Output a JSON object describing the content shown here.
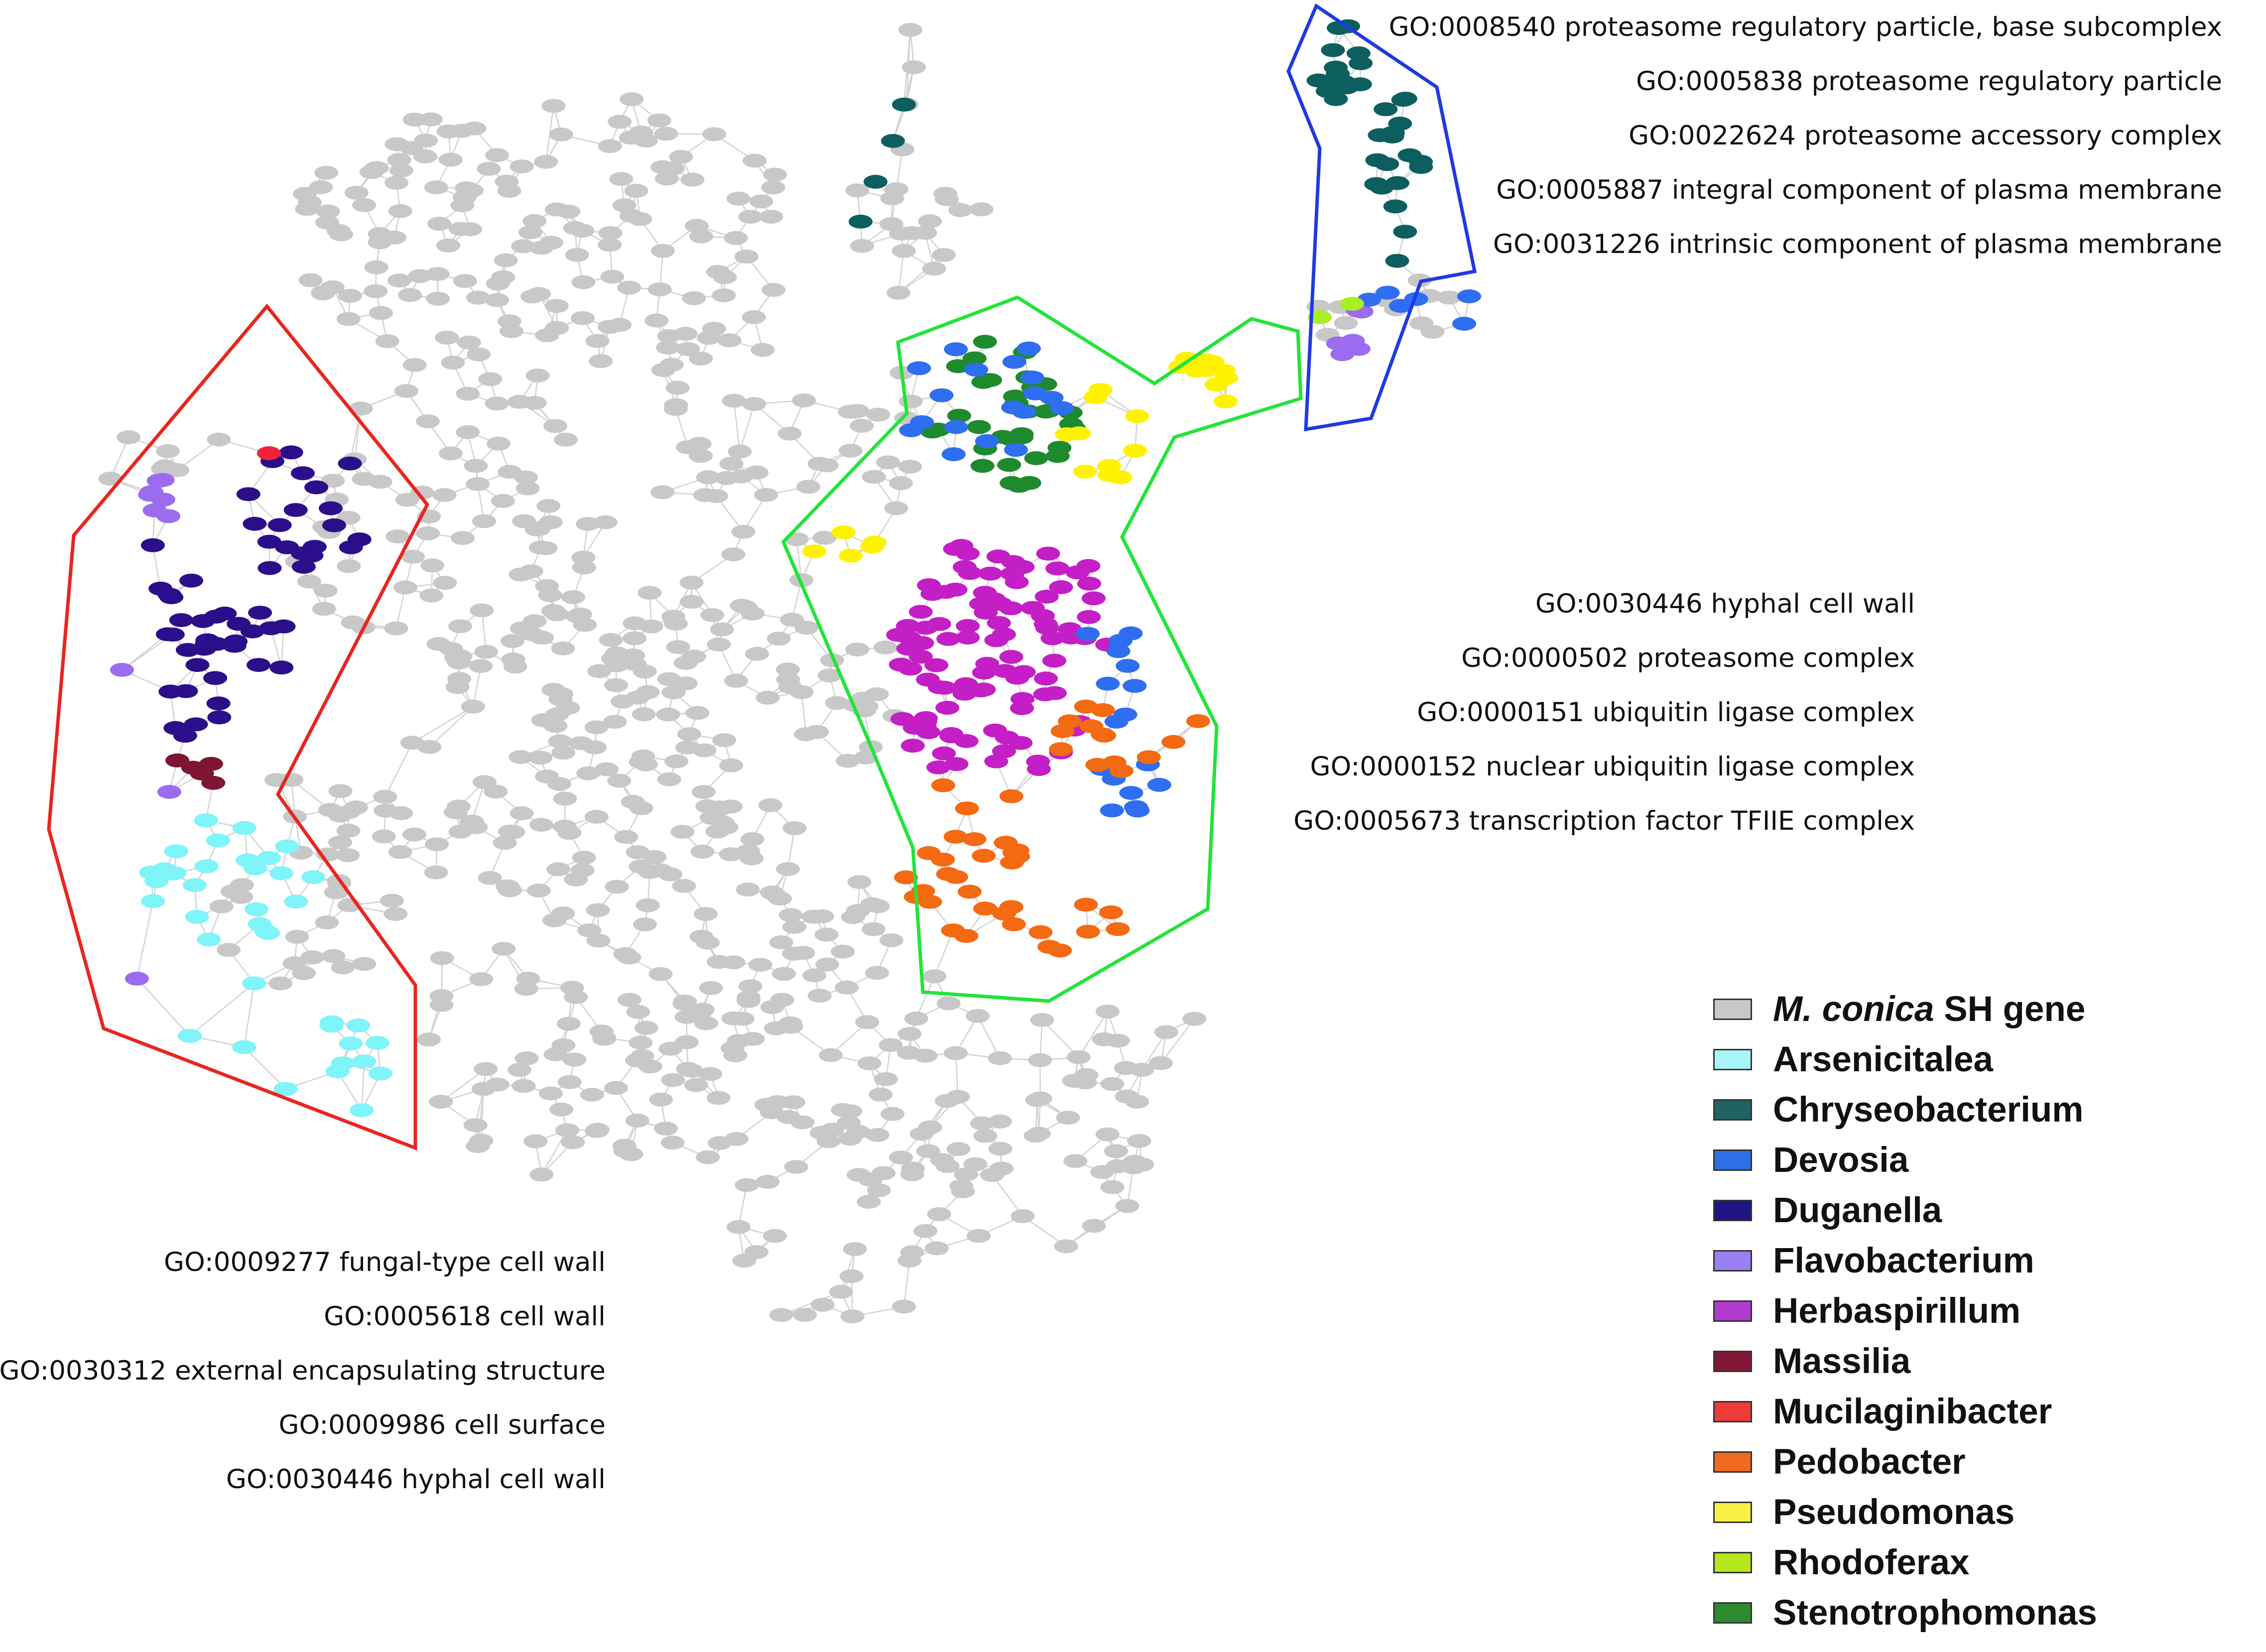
{
  "go_terms": {
    "top_right": [
      "GO:0008540 proteasome regulatory particle, base subcomplex",
      "GO:0005838 proteasome regulatory particle",
      "GO:0022624 proteasome accessory complex",
      "GO:0005887 integral component of plasma membrane",
      "GO:0031226 intrinsic component of plasma membrane"
    ],
    "middle_right": [
      "GO:0030446 hyphal cell wall",
      "GO:0000502 proteasome complex",
      "GO:0000151 ubiquitin ligase complex",
      "GO:0000152 nuclear ubiquitin ligase complex",
      "GO:0005673 transcription factor TFIIE complex"
    ],
    "bottom_left": [
      "GO:0009277 fungal-type cell wall",
      "GO:0005618 cell wall",
      "GO:0030312 external encapsulating structure",
      "GO:0009986 cell surface",
      "GO:0030446 hyphal cell wall"
    ]
  },
  "legend": [
    {
      "key": "gray",
      "italic": "M. conica",
      "rest": " SH gene",
      "color": "#c8c8c8"
    },
    {
      "key": "arsenicitalea",
      "label": "Arsenicitalea",
      "color": "#a8f6f8"
    },
    {
      "key": "chryseobacterium",
      "label": "Chryseobacterium",
      "color": "#1f6463"
    },
    {
      "key": "devosia",
      "label": "Devosia",
      "color": "#2d6fe6"
    },
    {
      "key": "duganella",
      "label": "Duganella",
      "color": "#1e1486"
    },
    {
      "key": "flavobacterium",
      "label": "Flavobacterium",
      "color": "#9a80f2"
    },
    {
      "key": "herbaspirillum",
      "label": "Herbaspirillum",
      "color": "#b13bce"
    },
    {
      "key": "massilia",
      "label": "Massilia",
      "color": "#831535"
    },
    {
      "key": "mucilaginibacter",
      "label": "Mucilaginibacter",
      "color": "#ef3a3a"
    },
    {
      "key": "pedobacter",
      "label": "Pedobacter",
      "color": "#f06a1e"
    },
    {
      "key": "pseudomonas",
      "label": "Pseudomonas",
      "color": "#f7f046"
    },
    {
      "key": "rhodoferax",
      "label": "Rhodoferax",
      "color": "#b6e61c"
    },
    {
      "key": "stenotrophomonas",
      "label": "Stenotrophomonas",
      "color": "#2e8a2e"
    }
  ],
  "node_colors": {
    "gray": "#c8c8c8",
    "arsenicitalea": "#7ff4f9",
    "chryseobacterium": "#0d5f5f",
    "devosia": "#2f6ef0",
    "duganella": "#2b0f8a",
    "flavobacterium": "#9b6cf0",
    "herbaspirillum": "#c41fc6",
    "massilia": "#7d1533",
    "mucilaginibacter": "#f2203a",
    "pedobacter": "#f46a12",
    "pseudomonas": "#fff200",
    "rhodoferax": "#a8f024",
    "stenotrophomonas": "#1e8a2e"
  },
  "region_colors": {
    "cluster_left": "#e8261f",
    "cluster_middle": "#22e43a",
    "cluster_top": "#1f3ae0"
  }
}
